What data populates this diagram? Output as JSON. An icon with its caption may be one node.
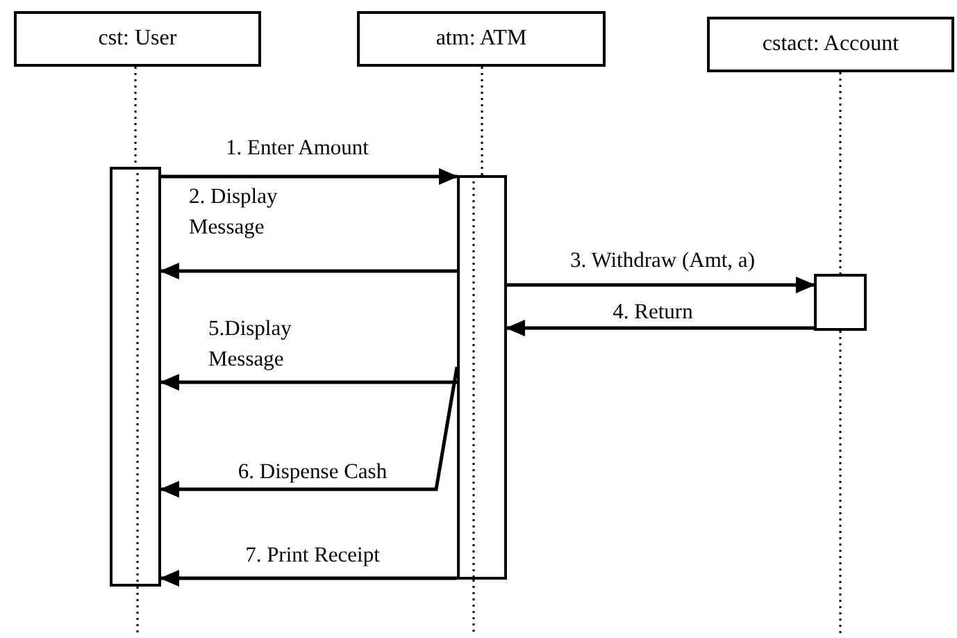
{
  "diagram": {
    "nodes": [
      {
        "text": [
          "cst: User"
        ]
      },
      {
        "text": [
          "atm: ATM"
        ]
      },
      {
        "text": [
          "cstact: Account"
        ]
      },
      {
        "text": [],
        "shape": "bar"
      },
      {
        "text": [],
        "shape": "bar"
      },
      {
        "text": [],
        "shape": "box"
      }
    ],
    "edges": [
      {
        "from": 0,
        "to": 3,
        "arrow": "none",
        "style": "dashed"
      },
      {
        "from": 1,
        "to": 4,
        "arrow": "none",
        "style": "dashed"
      },
      {
        "from": 2,
        "to": 5,
        "arrow": "none",
        "style": "dashed"
      },
      {
        "from": 3,
        "to": 4,
        "arrow": "to",
        "label": "1. Enter Amount"
      },
      {
        "from": 4,
        "to": 3,
        "arrow": "to",
        "label": "2. Display Message"
      },
      {
        "from": 4,
        "to": 5,
        "arrow": "to",
        "label": "3. Withdraw (Amt, a)"
      },
      {
        "from": 5,
        "to": 4,
        "arrow": "to",
        "label": "4. Return"
      },
      {
        "from": 4,
        "to": 3,
        "arrow": "to",
        "label": "5.Display Message"
      },
      {
        "from": 4,
        "to": 3,
        "arrow": "to",
        "label": "6. Dispense Cash"
      },
      {
        "from": 4,
        "to": 3,
        "arrow": "to",
        "label": "7. Print Receipt"
      }
    ]
  }
}
